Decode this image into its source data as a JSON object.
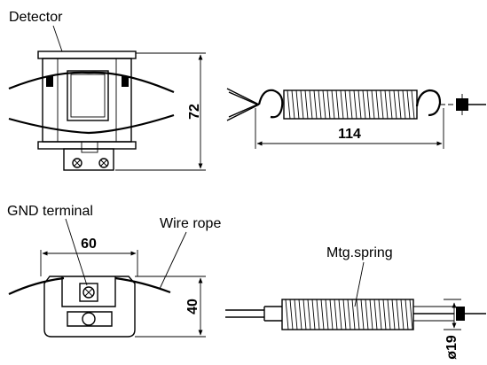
{
  "labels": {
    "detector": "Detector",
    "gnd_terminal": "GND terminal",
    "wire_rope": "Wire rope",
    "mtg_spring": "Mtg.spring"
  },
  "dimensions": {
    "height_72": "72",
    "length_114": "114",
    "width_60": "60",
    "height_40": "40",
    "diameter_19": "ø19"
  }
}
